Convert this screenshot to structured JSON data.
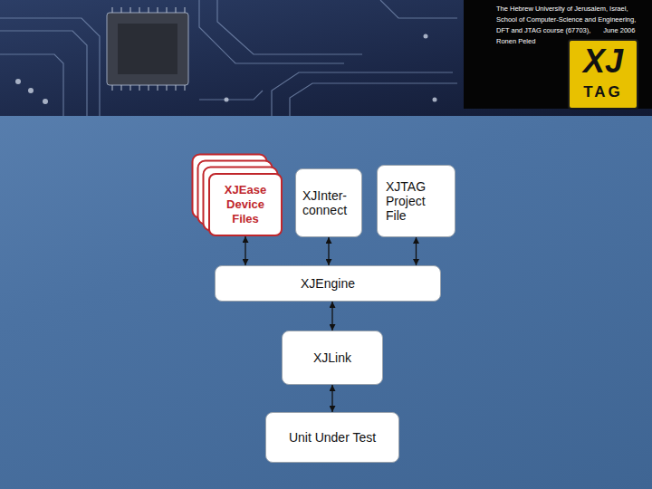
{
  "diagram": {
    "nodes": [
      {
        "text": [
          "XJEase Device Files"
        ]
      },
      {
        "text": [
          "XJInter- connect"
        ]
      },
      {
        "text": [
          "XJTAG Project File"
        ]
      },
      {
        "text": [
          "XJEngine"
        ]
      },
      {
        "text": [
          "XJLink"
        ]
      },
      {
        "text": [
          "Unit Under Test"
        ]
      }
    ],
    "edges": [
      {
        "from": 0,
        "to": 3,
        "arrow": "both"
      },
      {
        "from": 1,
        "to": 3,
        "arrow": "both"
      },
      {
        "from": 2,
        "to": 3,
        "arrow": "both"
      },
      {
        "from": 3,
        "to": 4,
        "arrow": "both"
      },
      {
        "from": 4,
        "to": 5,
        "arrow": "both"
      }
    ],
    "labels": [
      "The Hebrew University of Jerusalem, Israel, School of Computer-Science and Engineering, DFT and JTAG course (67703),",
      "June 2006",
      "Ronen Peled",
      "XJ",
      "TAG"
    ]
  }
}
